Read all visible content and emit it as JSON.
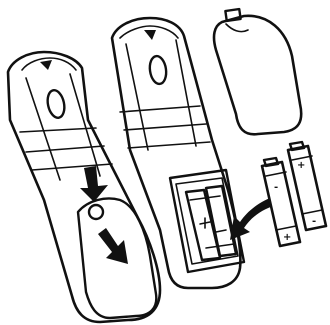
{
  "figure": {
    "steps": [
      "slide-cover-off",
      "insert-batteries",
      "battery-cover-removed"
    ],
    "battery": {
      "count": 2,
      "terminal_positive": "+",
      "terminal_negative": "-"
    },
    "colors": {
      "line": "#111111",
      "background": "#ffffff"
    }
  }
}
